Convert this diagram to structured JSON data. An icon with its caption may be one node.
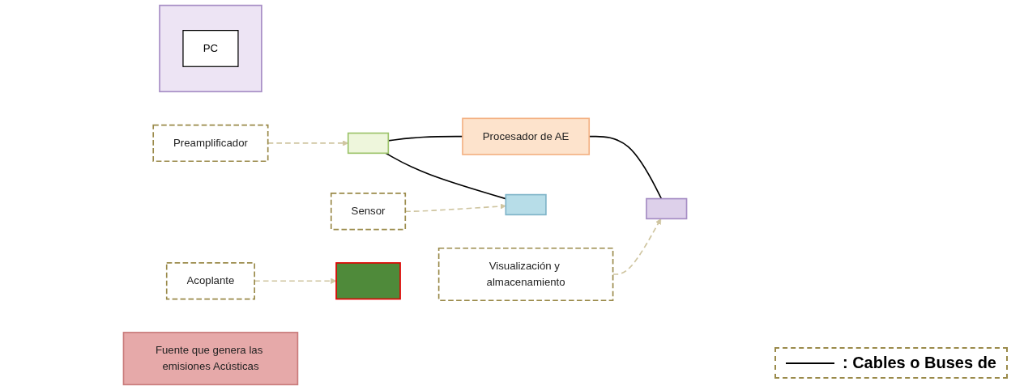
{
  "diagram": {
    "nodes": [
      {
        "text": [
          "Preamplificador"
        ]
      },
      {
        "text": [],
        "shape": "box"
      },
      {
        "text": [
          "Procesador de AE"
        ]
      },
      {
        "text": [],
        "shape": "box"
      },
      {
        "text": [
          "PC"
        ],
        "in": 3
      },
      {
        "text": [],
        "shape": "box"
      },
      {
        "text": [
          "Sensor"
        ]
      },
      {
        "text": [],
        "shape": "box"
      },
      {
        "text": [
          "Acoplante"
        ]
      },
      {
        "text": [],
        "shape": "bar"
      },
      {
        "text": [
          "Fuente que genera las emisiones Acústicas"
        ]
      },
      {
        "text": [
          "Visualización y almacenamiento"
        ]
      }
    ],
    "edges": [
      {
        "from": 0,
        "to": 1,
        "arrow": "to",
        "style": "dashed",
        "color": "#cfc5a0"
      },
      {
        "from": 1,
        "to": 2,
        "arrow": "none",
        "color": "#000000"
      },
      {
        "from": 2,
        "to": 5,
        "arrow": "none",
        "color": "#000000"
      },
      {
        "from": 1,
        "to": 7,
        "arrow": "none",
        "color": "#000000"
      },
      {
        "from": 6,
        "to": 7,
        "arrow": "to",
        "style": "dashed",
        "color": "#cfc5a0"
      },
      {
        "from": 8,
        "to": 9,
        "arrow": "to",
        "style": "dashed",
        "color": "#cfc5a0"
      },
      {
        "from": 11,
        "to": 5,
        "arrow": "to",
        "style": "dashed",
        "color": "#cfc5a0"
      }
    ],
    "legend": [
      {
        "text": ": Cables o Buses de"
      }
    ]
  }
}
